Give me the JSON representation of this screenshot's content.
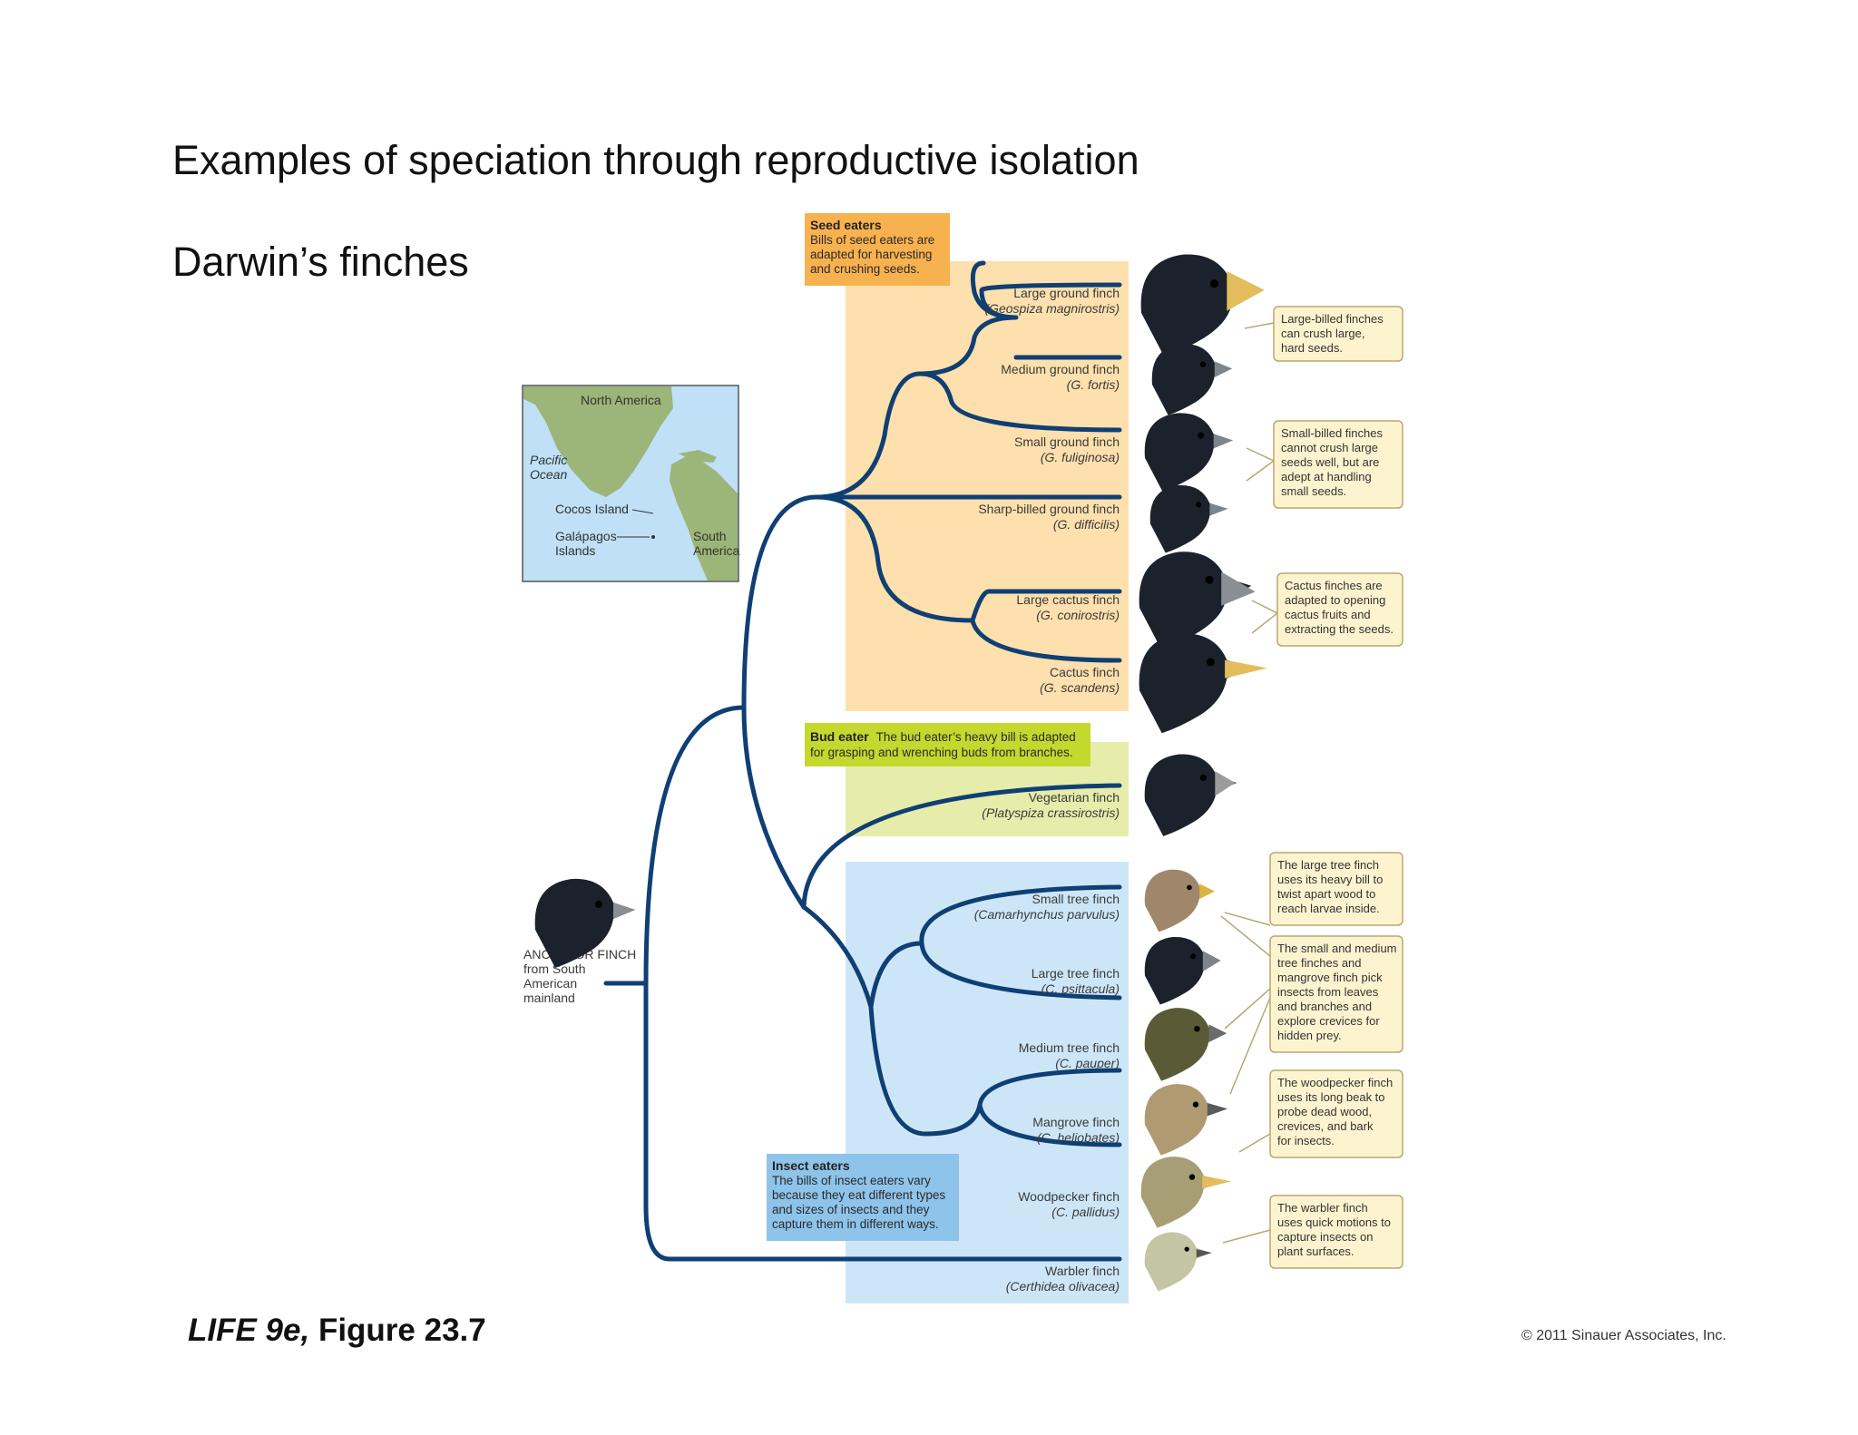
{
  "slide": {
    "title": "Examples of speciation through reproductive isolation",
    "subtitle": "Darwin’s finches",
    "figure_label_italic": "LIFE 9e,",
    "figure_label_rest": " Figure 23.7",
    "copyright": "© 2011 Sinauer Associates, Inc."
  },
  "map": {
    "north_america": "North America",
    "pacific_1": "Pacific",
    "pacific_2": "Ocean",
    "cocos": "Cocos Island",
    "galapagos_1": "Galápagos",
    "galapagos_2": "Islands",
    "south_america_1": "South",
    "south_america_2": "America"
  },
  "ancestor": {
    "line1": "ANCESTOR FINCH",
    "line2": "from South",
    "line3": "American",
    "line4": "mainland"
  },
  "groups": {
    "seed": {
      "head": "Seed eaters",
      "lines": [
        "Bills of seed eaters are",
        "adapted for harvesting",
        "and crushing seeds."
      ]
    },
    "bud": {
      "head": "Bud eater",
      "line1": "The bud eater’s heavy bill is adapted",
      "line2": "for grasping and wrenching buds from branches."
    },
    "insect": {
      "head": "Insect eaters",
      "lines": [
        "The bills of insect eaters vary",
        "because they eat different types",
        "and sizes of insects and they",
        "capture them in different ways."
      ]
    }
  },
  "species": [
    {
      "name": "Large ground finch",
      "sci": "(Geospiza magnirostris)"
    },
    {
      "name": "Medium ground finch",
      "sci": "(G. fortis)"
    },
    {
      "name": "Small ground finch",
      "sci": "(G. fuliginosa)"
    },
    {
      "name": "Sharp-billed ground finch",
      "sci": "(G. difficilis)"
    },
    {
      "name": "Large cactus finch",
      "sci": "(G. conirostris)"
    },
    {
      "name": "Cactus finch",
      "sci": "(G. scandens)"
    },
    {
      "name": "Vegetarian finch",
      "sci": "(Platyspiza crassirostris)"
    },
    {
      "name": "Small tree finch",
      "sci": "(Camarhynchus parvulus)"
    },
    {
      "name": "Large tree finch",
      "sci": "(C. psittacula)"
    },
    {
      "name": "Medium tree finch",
      "sci": "(C. pauper)"
    },
    {
      "name": "Mangrove finch",
      "sci": "(C. heliobates)"
    },
    {
      "name": "Woodpecker finch",
      "sci": "(C. pallidus)"
    },
    {
      "name": "Warbler finch",
      "sci": "(Certhidea olivacea)"
    }
  ],
  "callouts": [
    {
      "lines": [
        "Large-billed finches",
        "can crush large,",
        "hard seeds."
      ]
    },
    {
      "lines": [
        "Small-billed finches",
        "cannot crush large",
        "seeds well, but are",
        "adept at handling",
        "small seeds."
      ]
    },
    {
      "lines": [
        "Cactus finches are",
        "adapted to opening",
        "cactus fruits and",
        "extracting the seeds."
      ]
    },
    {
      "lines": [
        "The large tree finch",
        "uses its heavy bill to",
        "twist apart wood to",
        "reach larvae inside."
      ]
    },
    {
      "lines": [
        "The small and medium",
        "tree finches and",
        "mangrove finch pick",
        "insects from leaves",
        "and branches and",
        "explore crevices for",
        "hidden prey."
      ]
    },
    {
      "lines": [
        "The woodpecker finch",
        "uses its long beak to",
        "probe dead wood,",
        "crevices, and bark",
        "for insects."
      ]
    },
    {
      "lines": [
        "The warbler finch",
        "uses quick motions to",
        "capture insects on",
        "plant surfaces."
      ]
    }
  ],
  "colors": {
    "tree_line": "#0f3f73",
    "seed_panel": "#fde0ad",
    "seed_head_box": "#f7b24f",
    "bud_panel": "#e6edaa",
    "bud_head_box": "#c4d82e",
    "insect_panel": "#cde6f7",
    "insect_head_box": "#8ec3ea",
    "callout_fill": "#fdf4cf",
    "callout_stroke": "#b9a770",
    "map_water": "#bfe0f6",
    "map_land": "#9cb578"
  }
}
